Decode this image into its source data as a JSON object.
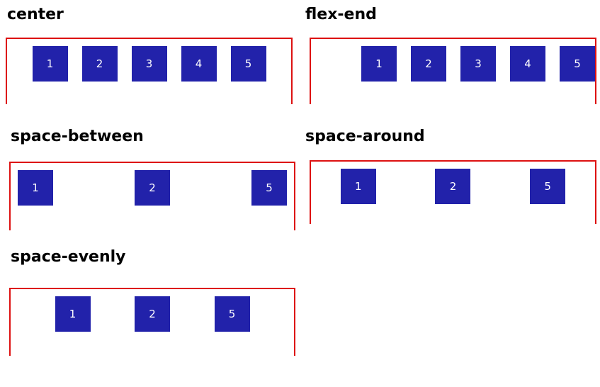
{
  "panels": [
    {
      "title": "center",
      "items": [
        "1",
        "2",
        "3",
        "4",
        "5"
      ]
    },
    {
      "title": "flex-end",
      "items": [
        "1",
        "2",
        "3",
        "4",
        "5"
      ]
    },
    {
      "title": "space-between",
      "items": [
        "1",
        "2",
        "5"
      ]
    },
    {
      "title": "space-around",
      "items": [
        "1",
        "2",
        "5"
      ]
    },
    {
      "title": "space-evenly",
      "items": [
        "1",
        "2",
        "5"
      ]
    }
  ],
  "colors": {
    "container_border": "#dd1111",
    "item_fill": "#2222aa",
    "item_text": "#ffffff"
  }
}
